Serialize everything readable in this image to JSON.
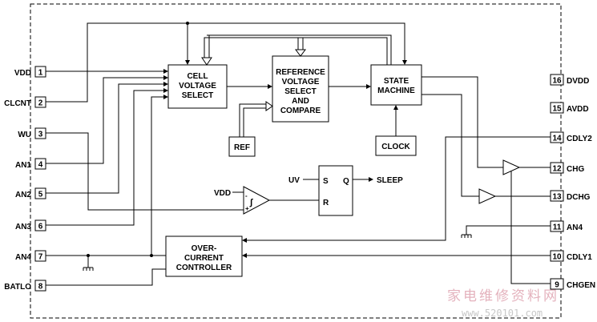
{
  "pins_left": [
    {
      "name": "VDD",
      "num": "1"
    },
    {
      "name": "CLCNT",
      "num": "2"
    },
    {
      "name": "WU",
      "num": "3"
    },
    {
      "name": "AN1",
      "num": "4"
    },
    {
      "name": "AN2",
      "num": "5"
    },
    {
      "name": "AN3",
      "num": "6"
    },
    {
      "name": "AN4",
      "num": "7"
    },
    {
      "name": "BATLO",
      "num": "8"
    }
  ],
  "pins_right": [
    {
      "name": "DVDD",
      "num": "16"
    },
    {
      "name": "AVDD",
      "num": "15"
    },
    {
      "name": "CDLY2",
      "num": "14"
    },
    {
      "name": "CHG",
      "num": "12"
    },
    {
      "name": "DCHG",
      "num": "13"
    },
    {
      "name": "AN4",
      "num": "11"
    },
    {
      "name": "CDLY1",
      "num": "10"
    },
    {
      "name": "CHGEN",
      "num": "9"
    }
  ],
  "blocks": {
    "cell_voltage": [
      "CELL",
      "VOLTAGE",
      "SELECT"
    ],
    "reference": [
      "REFERENCE",
      "VOLTAGE",
      "SELECT",
      "AND",
      "COMPARE"
    ],
    "state_machine": [
      "STATE",
      "MACHINE"
    ],
    "ref": "REF",
    "clock": "CLOCK",
    "overcurrent": [
      "OVER-",
      "CURRENT",
      "CONTROLLER"
    ]
  },
  "latch": {
    "s": "S",
    "r": "R",
    "q": "Q",
    "uv": "UV",
    "sleep": "SLEEP"
  },
  "comparator_vdd": "VDD",
  "watermark": {
    "chinese": "家电维修资料网",
    "url": "www.520101.com"
  }
}
